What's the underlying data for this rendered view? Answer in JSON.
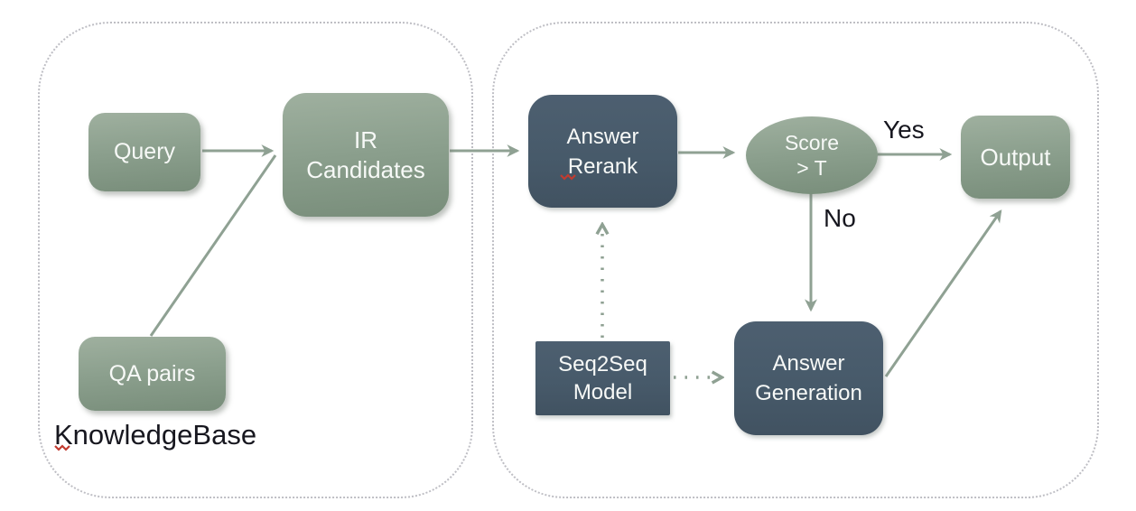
{
  "figure": {
    "groups": {
      "knowledge_base": {
        "caption": "KnowledgeBase"
      },
      "pipeline": {}
    },
    "nodes": {
      "query": {
        "label": "Query"
      },
      "ir_candidates": {
        "line1": "IR",
        "line2": "Candidates"
      },
      "qa_pairs": {
        "label": "QA pairs"
      },
      "answer_rerank": {
        "line1": "Answer",
        "line2": "Rerank"
      },
      "score_threshold": {
        "line1": "Score",
        "line2": "> T"
      },
      "output": {
        "label": "Output"
      },
      "seq2seq_model": {
        "line1": "Seq2Seq",
        "line2": "Model"
      },
      "answer_generation": {
        "line1": "Answer",
        "line2": "Generation"
      }
    },
    "edge_labels": {
      "yes": "Yes",
      "no": "No"
    },
    "edges": [
      "query -> ir_candidates",
      "qa_pairs -> ir_candidates",
      "ir_candidates -> answer_rerank",
      "answer_rerank -> score_threshold",
      "score_threshold -> output (Yes)",
      "score_threshold -> answer_generation (No)",
      "answer_generation -> output",
      "seq2seq_model -> answer_rerank (dotted)",
      "seq2seq_model -> answer_generation (dotted)"
    ],
    "colors": {
      "node_green": "#8b9f8d",
      "node_slate": "#475a6a",
      "connector": "#8fa193",
      "container_border": "#bebec4",
      "label_text": "#17171f",
      "node_text": "#f7f9f7",
      "squiggle_red": "#c23b30",
      "background": "#ffffff"
    }
  }
}
